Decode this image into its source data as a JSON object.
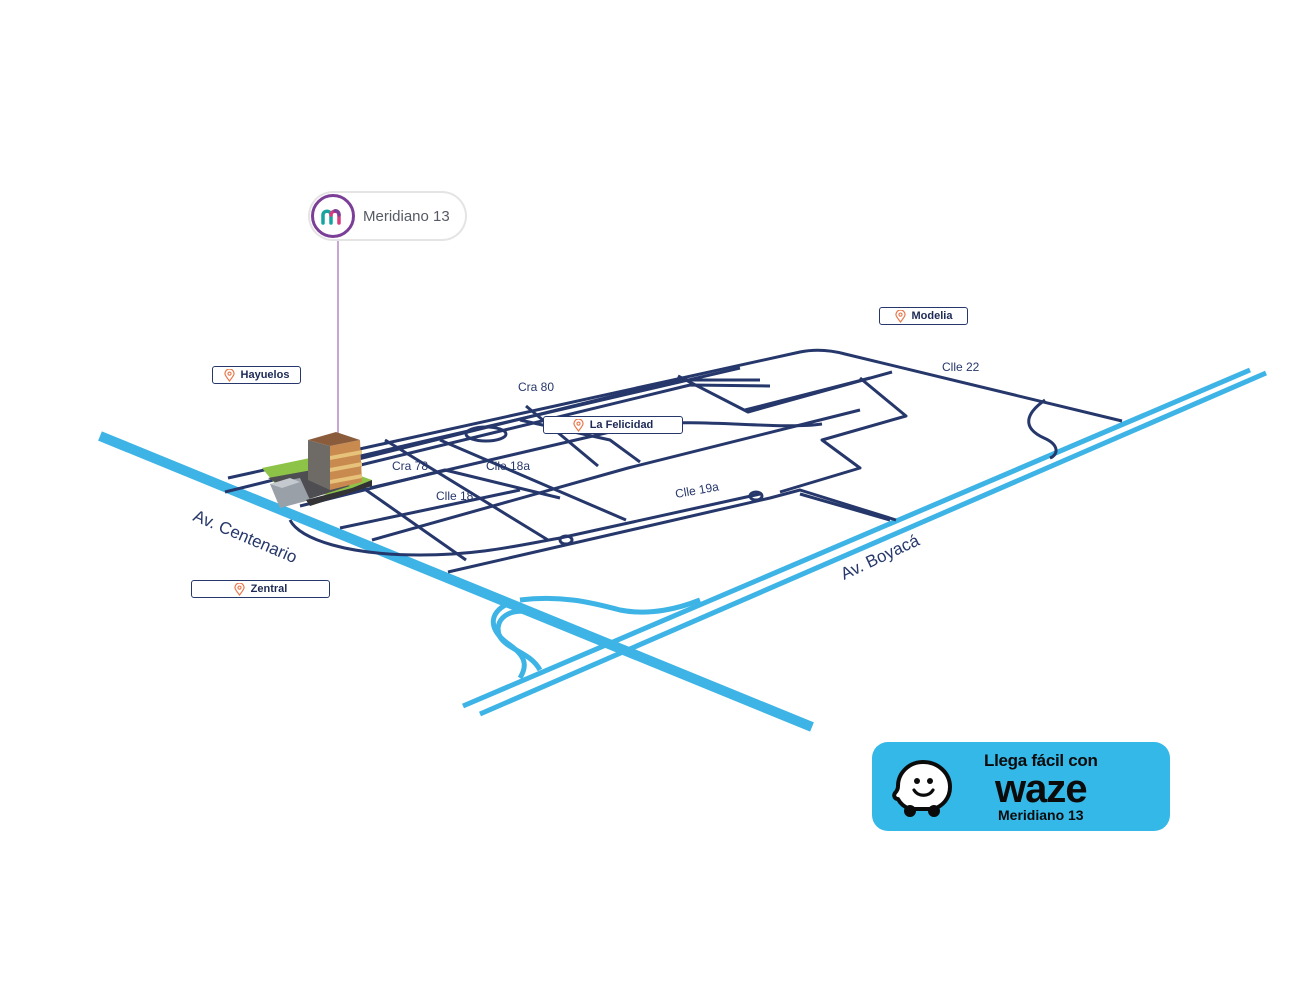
{
  "colors": {
    "avenue": "#3db4e5",
    "street": "#26376b",
    "callout_ring": "#7b3f98",
    "waze_bg": "#33b8e8",
    "pin": "#e8774a"
  },
  "callout": {
    "name": "Meridiano 13",
    "logo_icon": "meridiano-m-logo"
  },
  "places": {
    "hayuelos": "Hayuelos",
    "modelia": "Modelia",
    "la_felicidad": "La Felicidad",
    "zentral": "Zentral"
  },
  "streets": {
    "av_centenario": "Av. Centenario",
    "av_boyaca": "Av. Boyacá",
    "cra_80": "Cra 80",
    "cra_78": "Cra 78",
    "clle_22": "Clle 22",
    "clle_18a": "Clle 18a",
    "clle_18": "Clle 18",
    "clle_19a": "Clle 19a"
  },
  "waze": {
    "tagline": "Llega fácil con",
    "wordmark": "waze",
    "destination": "Meridiano 13",
    "icon": "waze-mascot-icon"
  }
}
